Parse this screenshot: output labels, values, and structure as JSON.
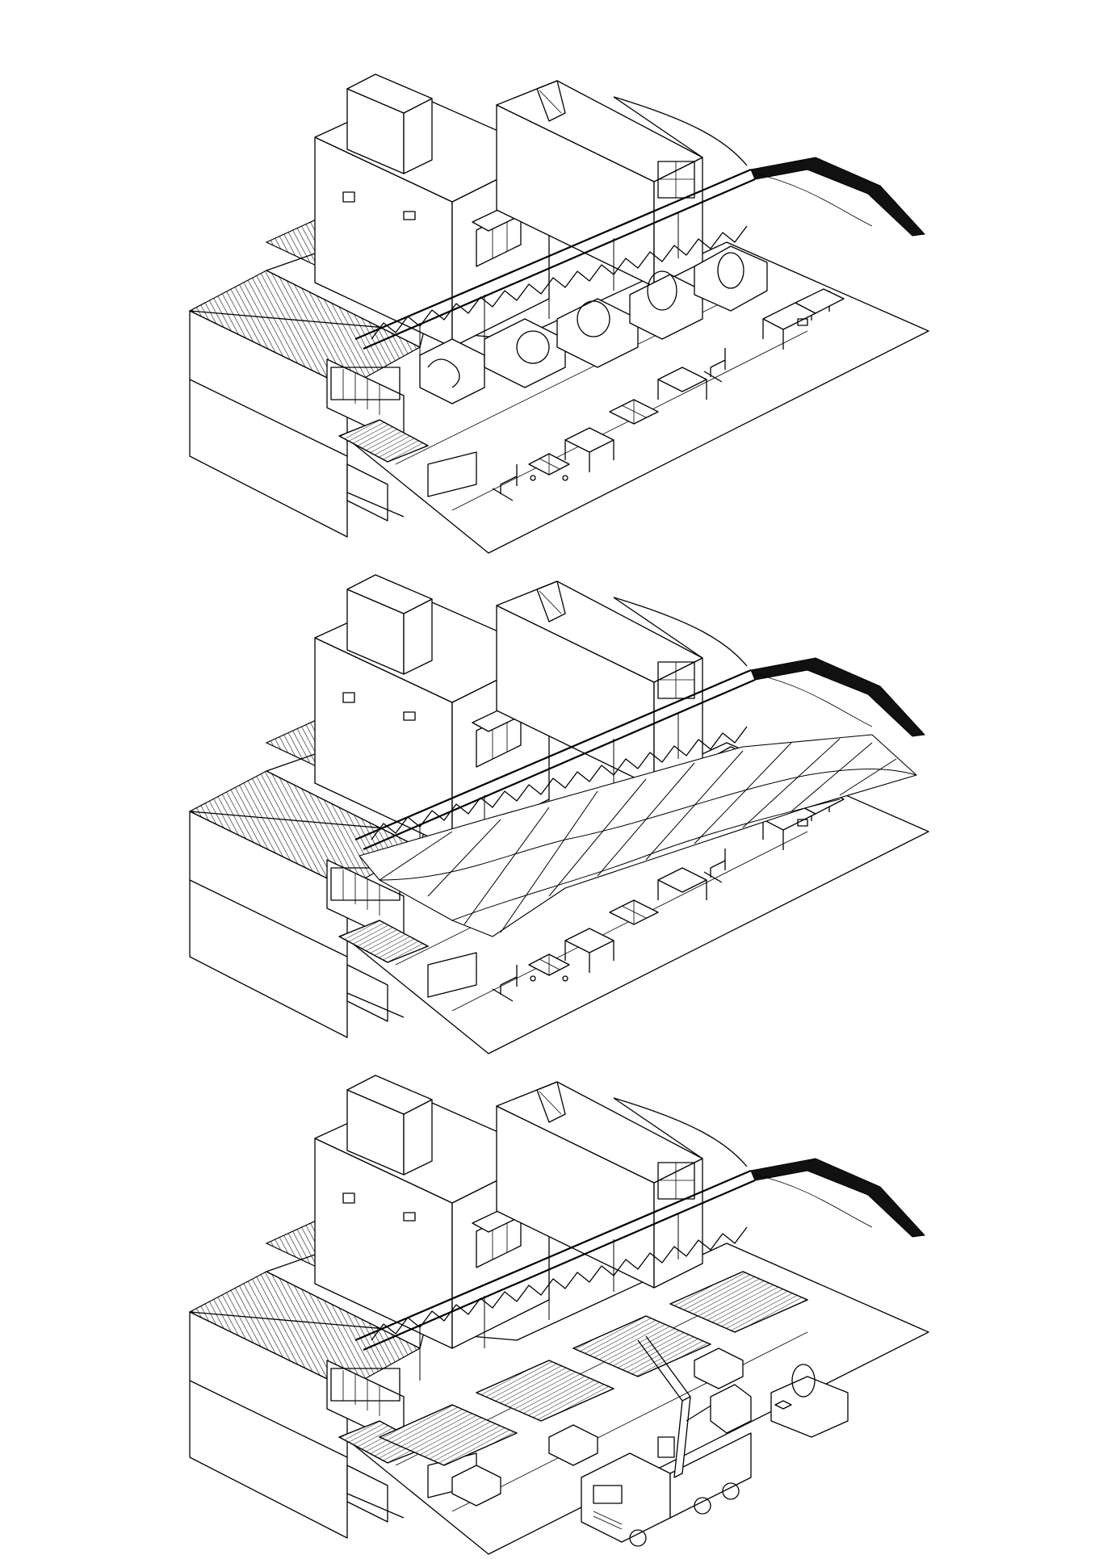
{
  "figure": {
    "panels": [
      {
        "id": "panel-1",
        "state": "street-with-black-steel-truss-and-stalls"
      },
      {
        "id": "panel-2",
        "state": "street-with-folded-white-canopy-over-truss"
      },
      {
        "id": "panel-3",
        "state": "street-with-truss-awnings-and-crane-truck"
      }
    ]
  },
  "colors": {
    "background": "#ffffff",
    "linework": "#000000"
  }
}
